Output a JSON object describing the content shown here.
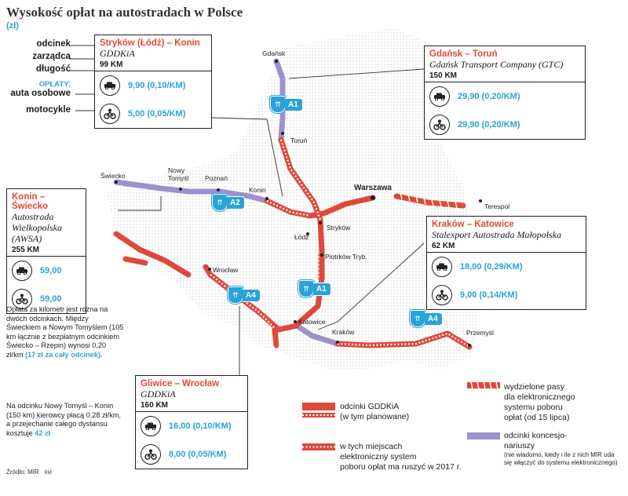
{
  "title": "Wysokość opłat na autostradach w Polsce",
  "unit": "(zł)",
  "key_labels": {
    "section": "odcinek",
    "manager": "zarządca",
    "length": "długość",
    "fees": "OPŁATY:",
    "cars": "auta osobowe",
    "motorcycles": "motocykle"
  },
  "sections": {
    "strykow_konin": {
      "name": "Stryków (Łódź) – Konin",
      "operator": "GDDKiA",
      "length": "99 KM",
      "car": "9,90 (0,10/KM)",
      "moto": "5,00 (0,05/KM)"
    },
    "gdansk_torun": {
      "name": "Gdańsk – Toruń",
      "operator": "Gdańsk Transport Company (GTC)",
      "length": "150 KM",
      "car": "29,90 (0,20/KM)",
      "moto": "29,90 (0,20/KM)"
    },
    "konin_swiecko": {
      "name": "Konin – Świecko",
      "operator": "Autostrada Wielkopolska (AWSA)",
      "length": "255 KM",
      "car": "59,00",
      "moto": "59,00"
    },
    "krakow_katowice": {
      "name": "Kraków – Katowice",
      "operator": "Stalexport Autostrada Małopolska",
      "length": "62 KM",
      "car": "18,00 (0,29/KM)",
      "moto": "9,00 (0,14/KM)"
    },
    "gliwice_wroclaw": {
      "name": "Gliwice – Wrocław",
      "operator": "GDDKiA",
      "length": "160 KM",
      "car": "16,00 (0,10/KM)",
      "moto": "8,00 (0,05/KM)"
    }
  },
  "cities": {
    "gdansk": "Gdańsk",
    "torun": "Toruń",
    "warszawa": "Warszawa",
    "terespol": "Terespol",
    "swiecko": "Świecko",
    "nowy_tomysl": "Nowy\nTomyśl",
    "poznan": "Poznań",
    "konin": "Konin",
    "lodz": "Łódź",
    "strykow": "Stryków",
    "piotrkow": "Piotrków Tryb.",
    "wroclaw": "Wrocław",
    "katowice": "Katowice",
    "krakow": "Kraków",
    "przemysl": "Przemyśl"
  },
  "roads": {
    "a1_top": "A1",
    "a2": "A2",
    "a1_bottom": "A1",
    "a4_west": "A4",
    "a4_east": "A4"
  },
  "note": {
    "p1": "Opłata za kilometr jest różna na dwóch odcinkach. Między Świeckiem a Nowym Tomyślem (105 km łącznie z bezpłatnym odcinkiem Świecko – Rzepin) wynosi 0,20 zł/km",
    "p1_hl": "(17 zł za cały odcinek).",
    "p2": "Na odcinku Nowy Tomyśl – Konin (150 km) kierowcy płacą 0,28 zł/km, a przejechanie całego dystansu kosztuje",
    "p2_hl": "42 zł"
  },
  "legend": {
    "gddkia": "odcinki GDDKiA\n(w tym planowane)",
    "electronic": "w tych miejscach\nelektroniczny system\npoboru opłat ma ruszyć w 2017 r.",
    "lanes": "wydzielone pasy\ndla elektronicznego\nsystemu poboru\nopłat (od 15 lipca)",
    "concession": "odcinki koncesjo-\nnariuszy",
    "concession_small": "(nie wiadomo, kiedy i ile z nich MIR uda się włączyć do systemu elektronicznego)"
  },
  "source": "Źródło: MIR",
  "author": "RM",
  "colors": {
    "gddkia": "#e0493a",
    "concession": "#9b92cc",
    "accent": "#2aa3d6"
  }
}
